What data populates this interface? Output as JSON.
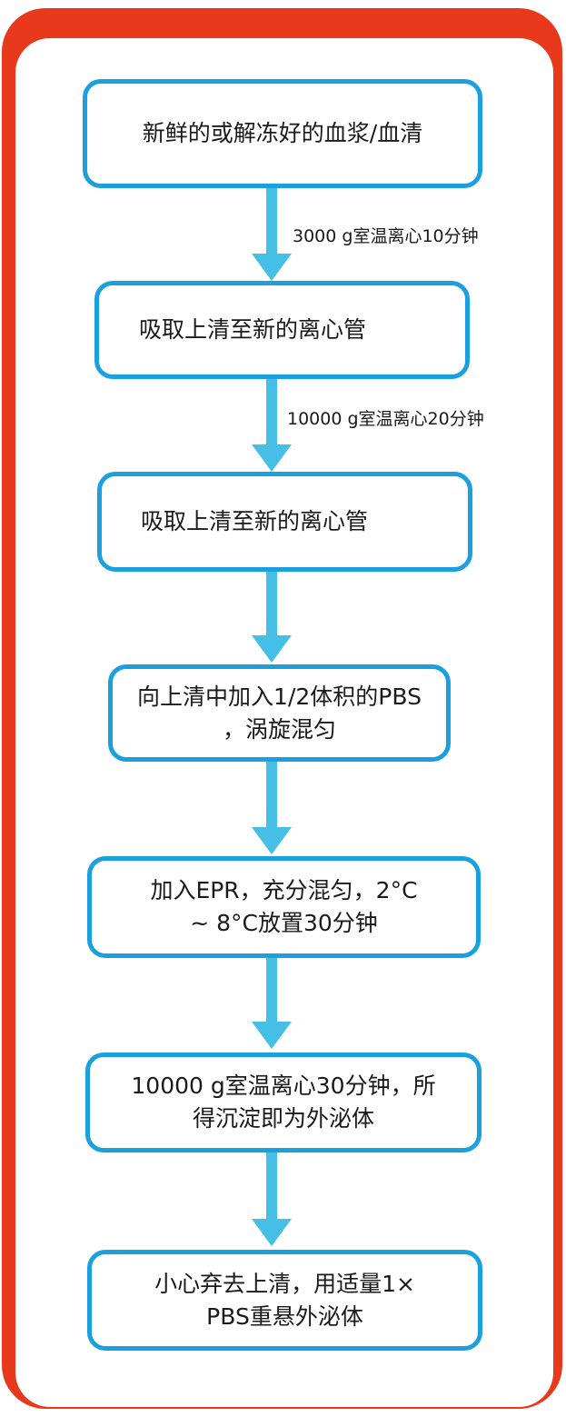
{
  "colors": {
    "frame": "#e8391d",
    "box_border": "#1aa0de",
    "arrow": "#46bfe6"
  },
  "steps": [
    {
      "text": "新鲜的或解冻好的血浆/血清"
    },
    {
      "text": "吸取上清至新的离心管"
    },
    {
      "text": "吸取上清至新的离心管"
    },
    {
      "line1": "向上清中加入1/2体积的PBS",
      "line2": "，涡旋混匀"
    },
    {
      "line1": "加入EPR，充分混匀，2°C",
      "line2": "~ 8°C放置30分钟"
    },
    {
      "line1": "10000 g室温离心30分钟，所",
      "line2": "得沉淀即为外泌体"
    },
    {
      "line1": "小心弃去上清，用适量1×",
      "line2": "PBS重悬外泌体"
    }
  ],
  "arrow_labels": [
    "3000 g室温离心10分钟",
    "10000 g室温离心20分钟"
  ]
}
